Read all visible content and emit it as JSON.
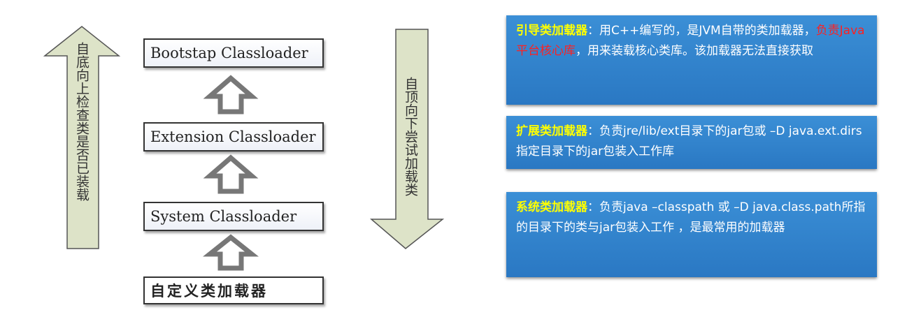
{
  "left_arrow_text": "自底向上检查类是否已装载",
  "right_arrow_text": "自顶向下尝试加载类",
  "loaders": [
    "Bootstap Classloader",
    "Extension Classloader",
    "System Classloader",
    "自定义类加载器"
  ],
  "info_boxes": {
    "bootstrap": {
      "title": "引导类加载器",
      "sep": "：",
      "text1": "用C++编写的，是JVM自带的类加载器，",
      "highlight": "负责Java平台核心库",
      "text2": "，用来装载核心类库。该加载器无法直接获取"
    },
    "extension": {
      "title": "扩展类加载器",
      "sep": "：",
      "text": "负责jre/lib/ext目录下的jar包或 –D java.ext.dirs 指定目录下的jar包装入工作库"
    },
    "system": {
      "title": "系统类加载器",
      "sep": "：",
      "text": "负责java –classpath 或 –D java.class.path所指的目录下的类与jar包装入工作 ，是最常用的加载器"
    }
  },
  "colors": {
    "arrow_fill": "#dde3c8",
    "box_blue": "#2f82cc",
    "title_yellow": "#ffff00",
    "highlight_red": "#ff2020"
  }
}
